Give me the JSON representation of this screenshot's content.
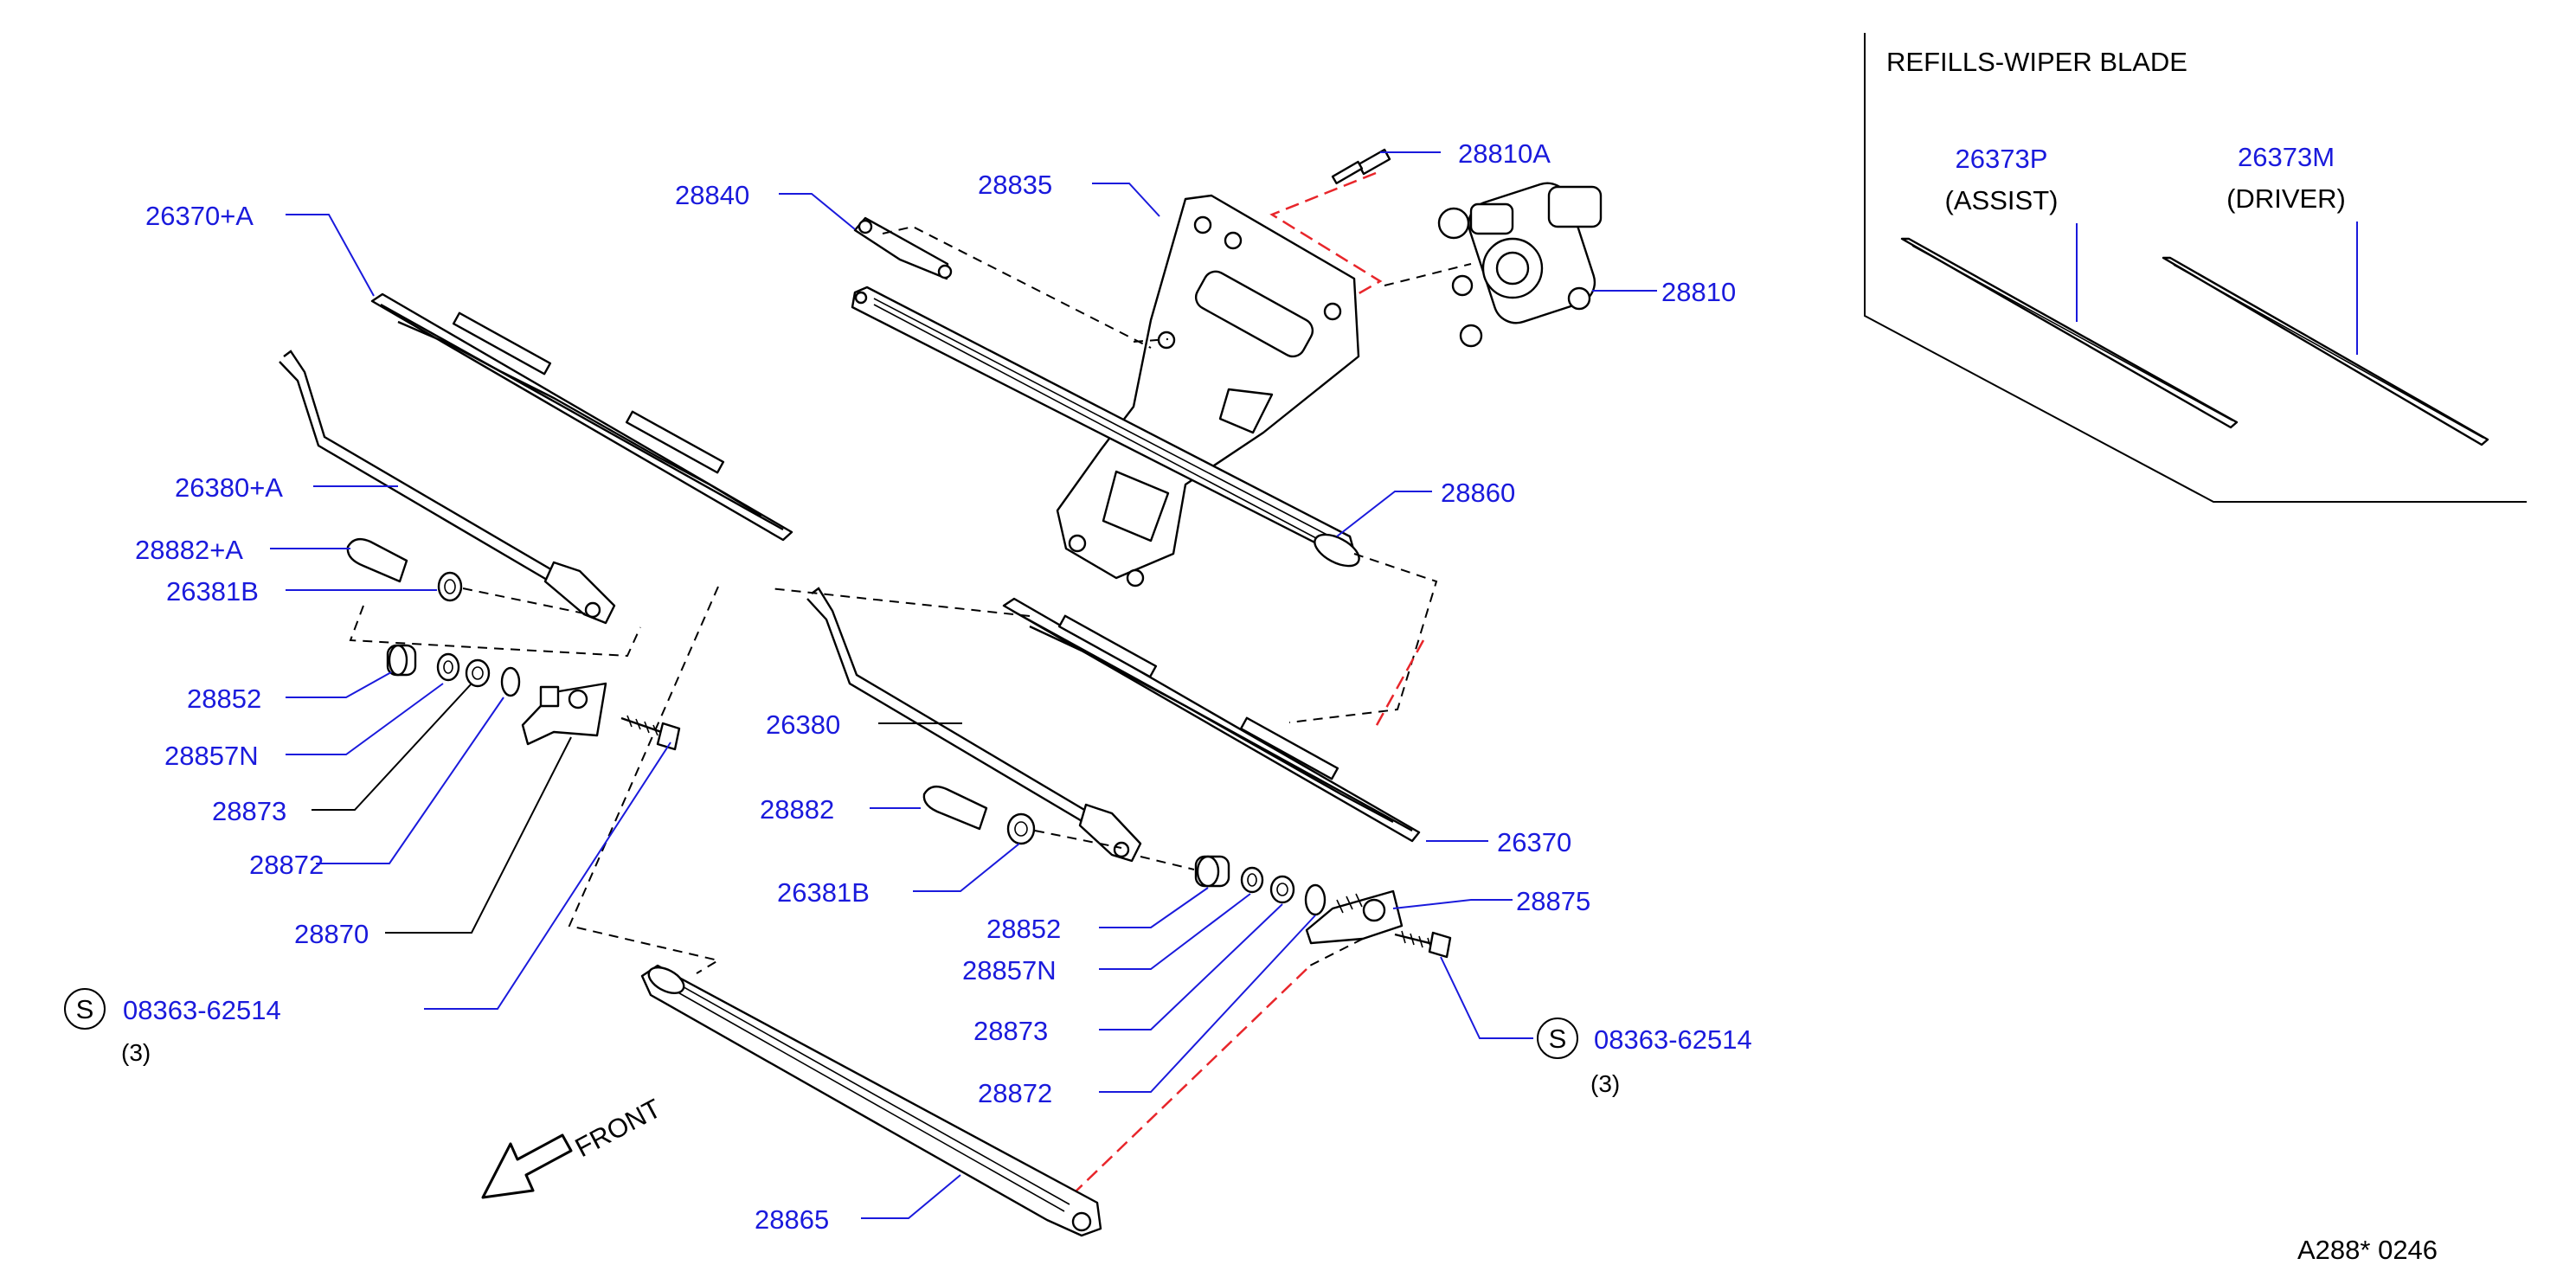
{
  "refills_box": {
    "title": "REFILLS-WIPER   BLADE",
    "assist": {
      "number": "26373P",
      "caption": "(ASSIST)"
    },
    "driver": {
      "number": "26373M",
      "caption": "(DRIVER)"
    }
  },
  "callouts": {
    "p28810A": "28810A",
    "p28810": "28810",
    "p28835": "28835",
    "p28840": "28840",
    "p28860": "28860",
    "p26370A": "26370+A",
    "p26380A": "26380+A",
    "p28882A": "28882+A",
    "p26381B_left": "26381B",
    "p28852_left": "28852",
    "p28857N_left": "28857N",
    "p28873_left": "28873",
    "p28872_left": "28872",
    "p28870": "28870",
    "p08363_left": "08363-62514",
    "p26380": "26380",
    "p28882": "28882",
    "p26381B_right": "26381B",
    "p26370": "26370",
    "p28852_right": "28852",
    "p28857N_right": "28857N",
    "p28873_right": "28873",
    "p28872_right": "28872",
    "p28875": "28875",
    "p08363_right": "08363-62514",
    "p28865": "28865"
  },
  "screw_symbol": "S",
  "qty_left": "(3)",
  "qty_right": "(3)",
  "front_label": "FRONT",
  "diagram_code": "A288*  0246",
  "colors": {
    "callout": "#1a1adc",
    "red_dash": "#e8262b",
    "ink": "#000000"
  }
}
